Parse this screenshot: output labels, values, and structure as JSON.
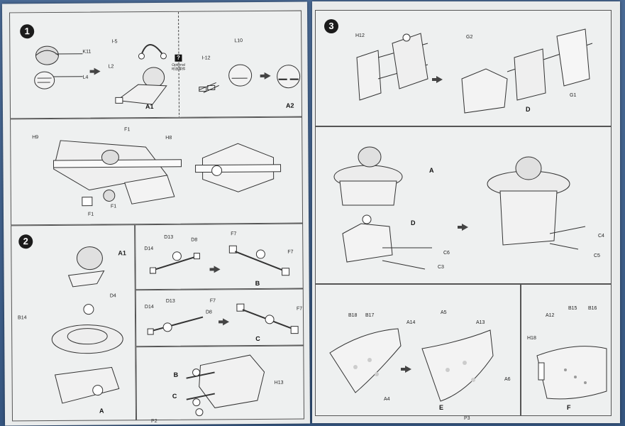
{
  "left_page": {
    "step1": {
      "number": "1",
      "labels": {
        "k11": "K11",
        "l4": "L4",
        "i5": "I-5",
        "l2": "L2",
        "i12": "I-12",
        "l10": "L10",
        "h9": "H9",
        "f1a": "F1",
        "h8": "H8",
        "f1b": "F1",
        "f1c": "F1"
      },
      "sub_a1": "A1",
      "sub_a2": "A2",
      "optional_icon": "?",
      "optional_en": "Optional",
      "optional_cn": "可选零件"
    },
    "step2": {
      "number": "2",
      "labels": {
        "a1": "A1",
        "d4": "D4",
        "b14": "B14",
        "d13a": "D13",
        "d8a": "D8",
        "d14a": "D14",
        "f7a": "F7",
        "f7b": "F7",
        "d14b": "D14",
        "d13b": "D13",
        "d8b": "D8",
        "f7c": "F7",
        "f7d": "F7",
        "b": "B",
        "c": "C",
        "h13": "H13"
      },
      "sub_a": "A",
      "sub_b": "B",
      "sub_c": "C"
    },
    "page_number": "P2"
  },
  "right_page": {
    "step3": {
      "number": "3",
      "labels": {
        "h12": "H12",
        "g2": "G2",
        "g1": "G1",
        "a": "A",
        "d": "D",
        "c4": "C4",
        "c6": "C6",
        "c5": "C5",
        "c3": "C3",
        "b18": "B18",
        "b17": "B17",
        "a14": "A14",
        "a5": "A5",
        "a13": "A13",
        "a4": "A4",
        "a6": "A6",
        "a12": "A12",
        "b15": "B15",
        "b16": "B16",
        "h18": "H18"
      },
      "sub_d": "D",
      "sub_e": "E",
      "sub_f": "F"
    },
    "page_number": "P3"
  }
}
